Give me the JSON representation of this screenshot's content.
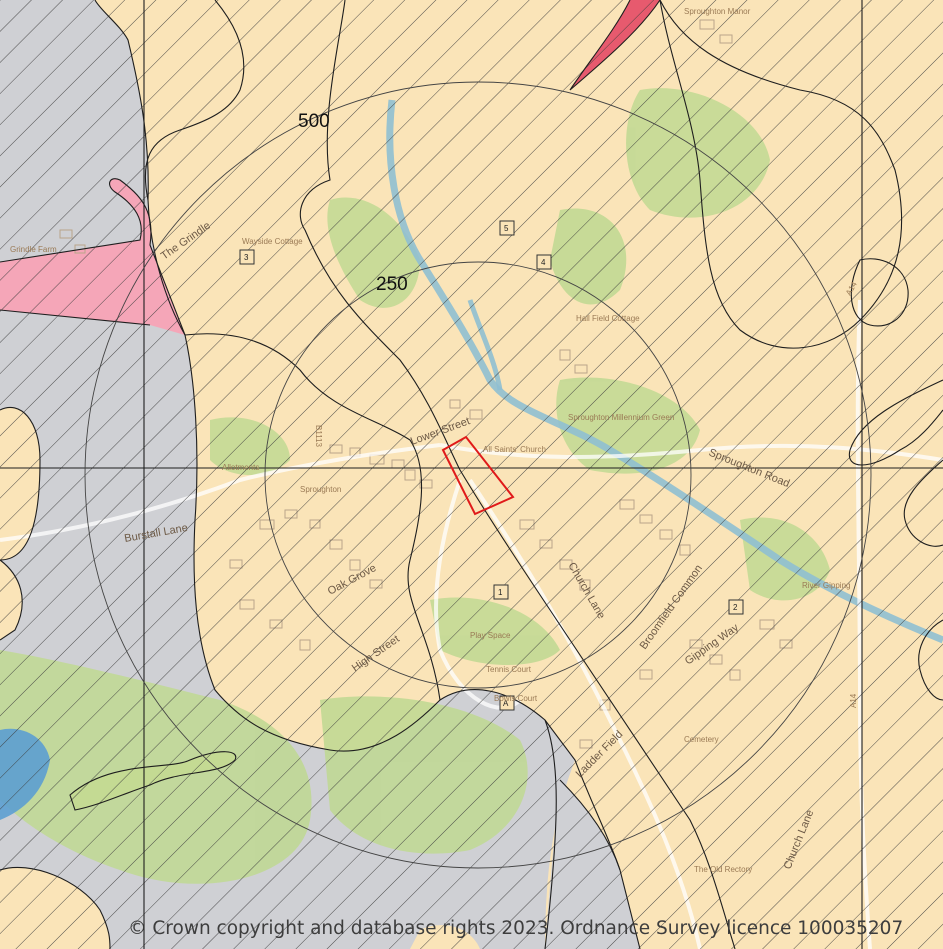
{
  "map": {
    "copyright": "© Crown copyright and database rights 2023. Ordnance Survey licence 100035207",
    "buffers": [
      {
        "label": "250"
      },
      {
        "label": "500"
      }
    ],
    "markers": [
      {
        "id": "1"
      },
      {
        "id": "2"
      },
      {
        "id": "3"
      },
      {
        "id": "4"
      },
      {
        "id": "5"
      },
      {
        "id": "A"
      }
    ],
    "place_labels": {
      "sproughton_manor": "Sproughton Manor",
      "grindle_farm": "Grindle Farm",
      "wayside_cottage": "Wayside Cottage",
      "hall_field_cottage": "Hall Field Cottage",
      "millennium_green": "Sproughton Millennium Green",
      "all_saints_church": "All Saints' Church",
      "sproughton": "Sproughton",
      "allotments": "Allotments",
      "play_space": "Play Space",
      "tennis_court": "Tennis Court",
      "bowls_court": "Bowls Court",
      "cemetery": "Cemetery",
      "river_gipping": "River Gipping",
      "the_old_rectory": "The Old Rectory"
    },
    "road_labels": {
      "the_grindle": "The Grindle",
      "lower_street": "Lower Street",
      "sproughton_road": "Sproughton Road",
      "burstall_lane": "Burstall Lane",
      "oak_grove": "Oak Grove",
      "high_street": "High Street",
      "church_lane": "Church Lane",
      "broomfield_common": "Broomfield Common",
      "gipping_way": "Gipping Way",
      "ladder_field": "Ladder Field",
      "church_lane_2": "Church Lane",
      "b1113": "B1113",
      "a14_a": "A14",
      "a14_b": "A14"
    },
    "colors": {
      "superficial_deposits": "#fae4b8",
      "bedrock_grey": "#cfd0d4",
      "pink_deposit": "#f5a6b8",
      "red_deposit": "#e75a6e",
      "yellowgreen_deposit": "#dcdf9a",
      "hatching": "#3c3c3c",
      "site_outline": "#e01a1a",
      "green_space": "#bfd992",
      "river": "#8fbfd2",
      "lake": "#5c9fd1"
    }
  }
}
